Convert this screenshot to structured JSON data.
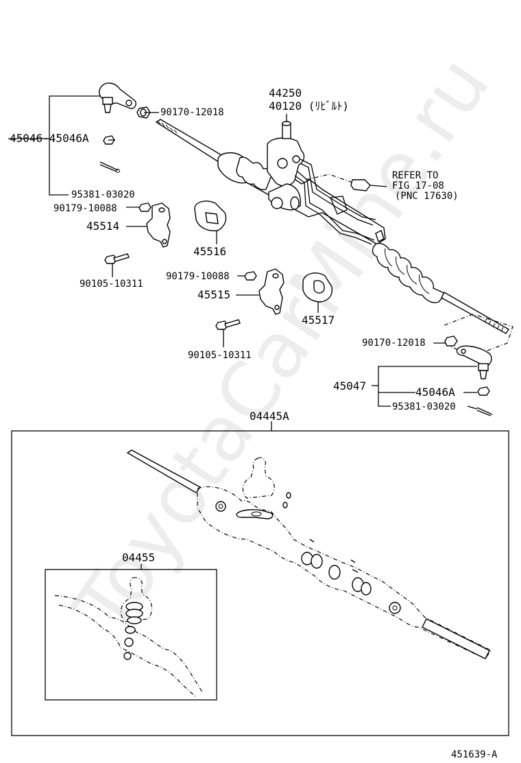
{
  "watermark": "ToyotaCarMine.ru",
  "figure_id": "451639-A",
  "callouts": {
    "tie_rod_end_left_group": "45046-45046A",
    "cotter_pin_left": "95381-03020",
    "nut_left": "90170-12018",
    "valve_housing": "44250",
    "rebuilt_note": "40120 (ﾘﾋﾞﾙﾄ)",
    "refer_line1": "REFER TO",
    "refer_line2": "FIG 17-08",
    "refer_line3": "(PNC 17630)",
    "bracket_nut_left": "90179-10088",
    "bracket_left": "45514",
    "grommet_left": "45516",
    "bolt_left": "90105-10311",
    "bracket_nut_right": "90179-10088",
    "bracket_right": "45515",
    "grommet_right": "45517",
    "bolt_right": "90105-10311",
    "nut_right": "90170-12018",
    "tie_rod_end_right": "45047",
    "ball_joint_right": "45046A",
    "cotter_pin_right": "95381-03020",
    "gasket_kit": "04445A",
    "seal_kit": "04455"
  }
}
